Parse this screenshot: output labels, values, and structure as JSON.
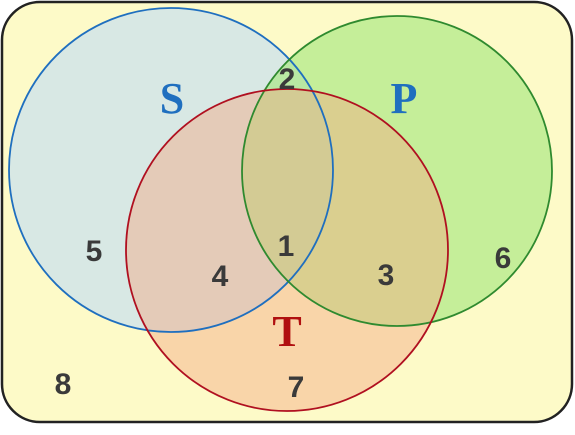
{
  "sets": {
    "S": {
      "label": "S",
      "color": "#1f6fbf",
      "fill": "#c8e0f0"
    },
    "P": {
      "label": "P",
      "color": "#1f6fbf",
      "fill": "#b8ee90"
    },
    "T": {
      "label": "T",
      "color": "#b01010",
      "fill": "#f4b48c"
    }
  },
  "universe": {
    "fill": "#fdfac8",
    "stroke": "#222222"
  },
  "regions": {
    "S_only": "5",
    "P_only": "6",
    "T_only": "7",
    "S_and_P_only": "2",
    "S_and_T_only": "4",
    "P_and_T_only": "3",
    "S_P_T": "1",
    "none": "8"
  }
}
